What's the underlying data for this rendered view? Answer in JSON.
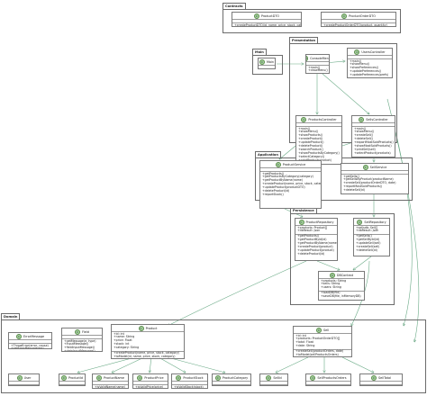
{
  "packages": {
    "contracts": "Contracts",
    "main": "Main",
    "presentation": "Presentation",
    "application": "Application",
    "persistence": "Persistence",
    "domain": "Domain"
  },
  "classes": {
    "product_dto": {
      "name": "ProductDTO",
      "fields": [],
      "methods": [
        "+createProductDTO(id, name, price, stock, category)"
      ]
    },
    "product_order_dto": {
      "name": "ProductOrderDTO",
      "fields": [],
      "methods": [
        "+createProductOrderDTO(product, quantity)"
      ]
    },
    "main": {
      "name": "Main",
      "fields": [],
      "methods": []
    },
    "console_menu": {
      "name": "ConsoleMenu",
      "fields": [],
      "methods": [
        "+main()",
        "+drawMenu()"
      ]
    },
    "users_controller": {
      "name": "UsersController",
      "fields": [],
      "methods": [
        "+main()",
        "+showMenu()",
        "+showPreferences()",
        "+updatePreferences()",
        "+updatePreferences(prefs)"
      ]
    },
    "products_controller": {
      "name": "ProductsController",
      "fields": [],
      "methods": [
        "+main()",
        "+showMenu()",
        "+showProducts()",
        "+createProduct()",
        "+updateProduct()",
        "+deleteProduct()",
        "+searchProduct()",
        "+showProductsByCategory()",
        "+selectCategory()",
        "+printProduct(product)"
      ]
    },
    "sells_controller": {
      "name": "SellsController",
      "fields": [],
      "methods": [
        "+main()",
        "+showMenu()",
        "+createSell()",
        "+deleteSell()",
        "+exportMostSoldProducts()",
        "+showMostSoldProducts()",
        "+printSell(sell)",
        "+selectProduct(products)"
      ]
    },
    "product_service": {
      "name": "ProductService",
      "fields": [],
      "methods": [
        "+getProducts()",
        "+getProductsByCategory(category)",
        "+getProductByName(name)",
        "+createProduct(name, price, stock, category)",
        "+updateProduct(productDTO)",
        "+deleteProduct(id)",
        "+reportStock()"
      ]
    },
    "sell_service": {
      "name": "SellService",
      "fields": [],
      "methods": [
        "+getSells()",
        "+getSellsByProduct(productName)",
        "+createSell(productOrderDTO, date)",
        "+reportMostSoldProducts()",
        "+deleteSell(id)"
      ]
    },
    "product_repository": {
      "name": "ProductRepository",
      "fields": [
        "+products: Product[]",
        "+dbResult: json"
      ],
      "methods": [
        "+getProducts()",
        "+getProductById(id)",
        "+getProductByName(name)",
        "+createProduct(product)",
        "+updateProduct(product)",
        "+deleteProduct(id)"
      ]
    },
    "sell_repository": {
      "name": "SellRepository",
      "fields": [
        "+sellsdb: Sell[]",
        "+dbResult: json"
      ],
      "methods": [
        "+getSells()",
        "+getSellById(id)",
        "+updateSell(sell)",
        "+createSell(sell)",
        "+deleteSell(id)"
      ]
    },
    "db_context": {
      "name": "DBContext",
      "fields": [
        "+products: String",
        "+sells: String",
        "+users: String"
      ],
      "methods": [
        "+loadDB(file)",
        "+saveDB(file, inMemoryDB)"
      ]
    },
    "error_message": {
      "name": "ErrorMessage",
      "fields": [],
      "methods": [
        "+ThrowError(error, cause)",
        "+getErrorMessage(err)"
      ]
    },
    "field": {
      "name": "Field",
      "fields": [],
      "methods": [
        "+getMessage(e, type)",
        "+inputMessage()",
        "+fieldInputMessage()",
        "+dataInputMessage()"
      ]
    },
    "product": {
      "name": "Product",
      "fields": [
        "+id: int",
        "+name: String",
        "+price: Float",
        "+stock: int",
        "+category: String"
      ],
      "methods": [
        "+createProduct(name, price, stock, category)",
        "+toModel(id, name, price, stock, category)"
      ]
    },
    "sell": {
      "name": "Sell",
      "fields": [
        "+id: int",
        "+products: ProductOrderDTO[]",
        "+total: Float",
        "+date: String"
      ],
      "methods": [
        "+createSell(productOrders, date)",
        "+toModel(sellProductsOrders)"
      ]
    },
    "user": {
      "name": "User",
      "fields": [],
      "methods": [
        "+userSingleton: this"
      ]
    },
    "product_id": {
      "name": "ProductId",
      "fields": [],
      "methods": [
        "+createUnique()"
      ]
    },
    "product_name": {
      "name": "ProductName",
      "fields": [],
      "methods": [
        "+isValidName(name)",
        "+createName(name)"
      ]
    },
    "product_price": {
      "name": "ProductPrice",
      "fields": [],
      "methods": [
        "+isValidPrice(price)",
        "+createPrice(price)"
      ]
    },
    "product_stock": {
      "name": "ProductStock",
      "fields": [],
      "methods": [
        "+isValidStock(stock)",
        "+createStock(stock)"
      ]
    },
    "product_category": {
      "name": "ProductCategory",
      "fields": [],
      "methods": [
        "+categories: String[]"
      ]
    },
    "sell_id": {
      "name": "SellId",
      "fields": [],
      "methods": [
        "+createUnique()"
      ]
    },
    "sell_products_orders": {
      "name": "SellProductsOrders",
      "fields": [],
      "methods": [
        "+createOrder(productOrders)"
      ]
    },
    "sell_total": {
      "name": "SellTotal",
      "fields": [],
      "methods": [
        "+createTotal(productOrders)"
      ]
    }
  }
}
